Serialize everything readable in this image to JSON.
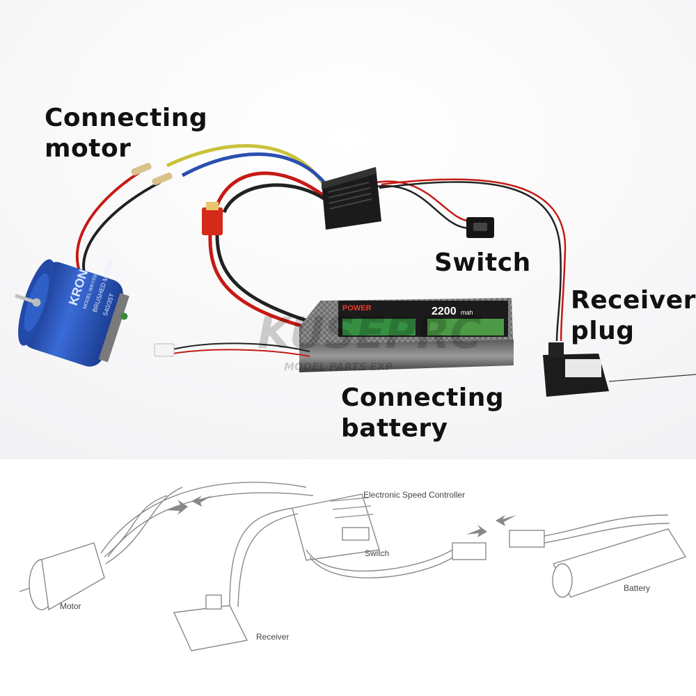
{
  "photo": {
    "labels": {
      "connecting_motor_1": "Connecting",
      "connecting_motor_2": "motor",
      "switch": "Switch",
      "receiver_plug_1": "Receiver",
      "receiver_plug_2": "plug",
      "connecting_battery_1": "Connecting",
      "connecting_battery_2": "battery"
    },
    "motor": {
      "brand": "KRON",
      "model": "MODEL:WKY550",
      "type": "BRUSHED MOTOR",
      "spec": "540/35T"
    },
    "battery": {
      "brand": "POWER",
      "capacity": "2200",
      "unit": "mah"
    },
    "watermark": {
      "line1": "KUSEPRC",
      "line2": "MODEL PARTS EXP"
    }
  },
  "diagram": {
    "labels": {
      "esc": "Electronic Speed Controller",
      "switch": "Switch",
      "motor": "Motor",
      "receiver": "Receiver",
      "battery": "Battery"
    }
  },
  "colors": {
    "motor_blue": "#2a55b8",
    "wire_red": "#c51a14",
    "wire_yellow": "#c9c23a",
    "wire_blue": "#2b4fb0",
    "connector_red": "#d42a1a",
    "battery_green": "#3aa44a"
  }
}
